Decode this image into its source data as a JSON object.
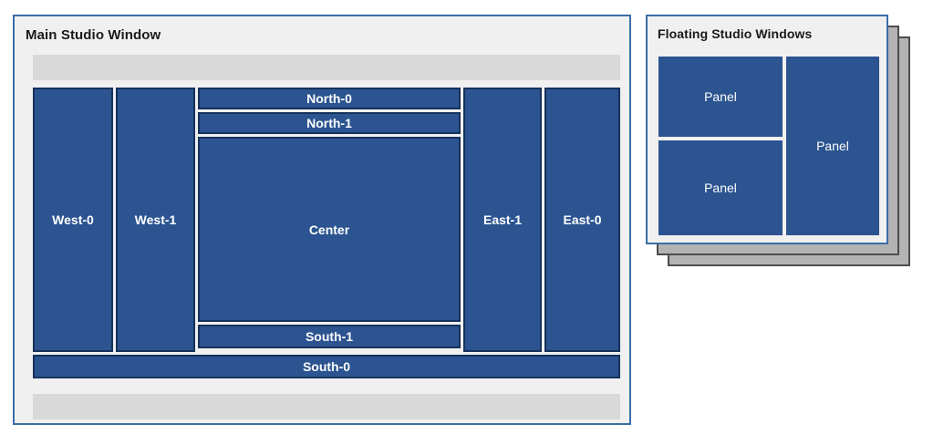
{
  "main_window": {
    "title": "Main Studio Window",
    "toolbar": {
      "top_label": "",
      "bottom_label": ""
    },
    "panels": [
      {
        "id": "west-0",
        "label": "West-0"
      },
      {
        "id": "west-1",
        "label": "West-1"
      },
      {
        "id": "north-0",
        "label": "North-0"
      },
      {
        "id": "north-1",
        "label": "North-1"
      },
      {
        "id": "center",
        "label": "Center"
      },
      {
        "id": "south-1",
        "label": "South-1"
      },
      {
        "id": "south-0",
        "label": "South-0"
      },
      {
        "id": "east-1",
        "label": "East-1"
      },
      {
        "id": "east-0",
        "label": "East-0"
      }
    ]
  },
  "floating_windows": {
    "title": "Floating Studio Windows",
    "stack_count": 3,
    "panels": [
      {
        "id": "float-0",
        "label": "Panel"
      },
      {
        "id": "float-1",
        "label": "Panel"
      },
      {
        "id": "float-2",
        "label": "Panel"
      }
    ]
  },
  "colors": {
    "panel_fill": "#2b5490",
    "panel_border": "#16325c",
    "window_border": "#3b6ea5",
    "window_background": "#f0f0f0",
    "toolbar_fill": "#d9d9d9",
    "shadow_fill": "#b3b3b3",
    "shadow_border": "#4d4d4d",
    "page_background": "#ffffff"
  }
}
